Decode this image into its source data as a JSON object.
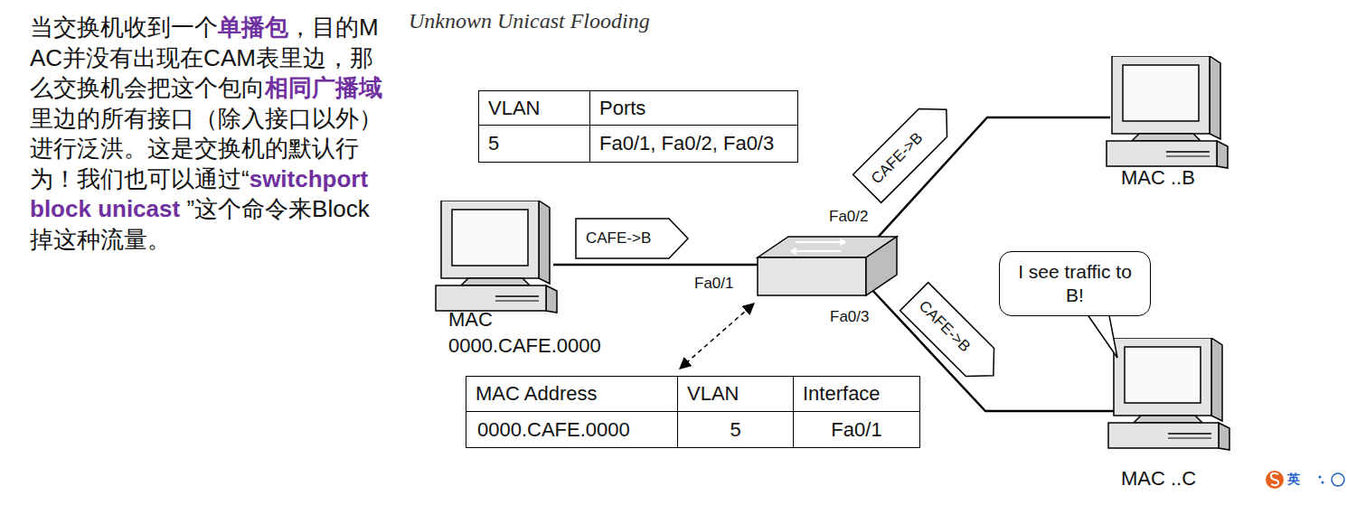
{
  "diagram": {
    "title": "Unknown Unicast Flooding",
    "nodes": [
      {
        "text": [
          "VLAN",
          "Ports",
          "5",
          "Fa0/1, Fa0/2, Fa0/3"
        ]
      },
      {
        "text": [
          "CAFE->B"
        ]
      },
      {
        "text": [
          "CAFE->B"
        ]
      },
      {
        "text": [
          "I see traffic to B!"
        ]
      },
      {
        "text": [
          "CAFE->B"
        ]
      },
      {
        "text": [
          "MAC Address",
          "VLAN",
          "Interface",
          "0000.CAFE.0000",
          "5",
          "Fa0/1"
        ]
      }
    ],
    "labels": [
      "当交换机收到一个",
      "单播包",
      "，目的MAC并没有出现在CAM表里边，那么交换机会把这个包向",
      "相同广播域",
      "里边的所有接口（除入接口以外）进行泛洪。这是交换机的默认行为！我们也可以通过“",
      "switchport block unicast ",
      "”这个命令来Block掉这种流量。",
      "Fa0/2",
      "Fa0/1",
      "Fa0/3",
      "MAC ..B",
      "MAC",
      "0000.CAFE.0000",
      "MAC ..C",
      "英"
    ]
  }
}
